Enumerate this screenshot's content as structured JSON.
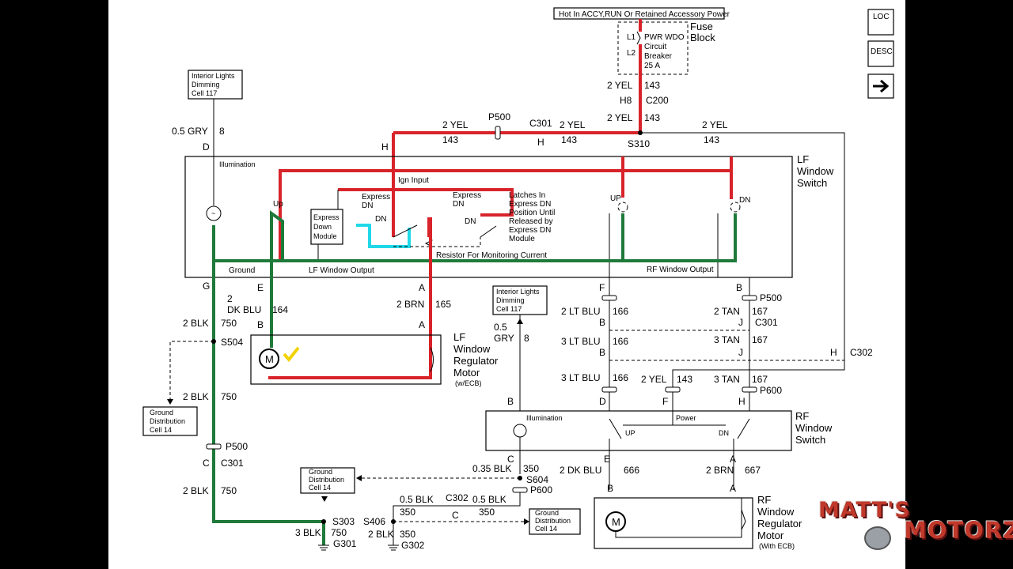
{
  "nav": {
    "loc_label": "LOC",
    "desc_label": "DESC",
    "next_icon": "arrow-right-icon"
  },
  "power": {
    "header": "Hot In ACCY,RUN Or Retained Accessory Power",
    "fuse_block": "Fuse Block",
    "cb_l1": "L1",
    "cb_l2": "L2",
    "cb_line1": "PWR WDO",
    "cb_line2": "Circuit",
    "cb_line3": "Breaker",
    "cb_line4": "25 A"
  },
  "labels": {
    "il_line1": "Interior Lights",
    "il_line2": "Dimming",
    "il_line3": "Cell 117",
    "w_143a": "2 YEL",
    "n_143a": "143",
    "h8": "H8",
    "c200": "C200",
    "w_143b": "2 YEL",
    "n_143b": "143",
    "p500_top": "P500",
    "c301_top": "C301",
    "c301_h": "H",
    "w_143c": "2 YEL",
    "n_143c": "143",
    "w_143d": "2 YEL",
    "n_143d": "143",
    "s310": "S310",
    "w_143e": "2 YEL",
    "n_143e": "143",
    "w_gry8": "0.5 GRY",
    "n_gry8": "8",
    "pin_d": "D",
    "pin_h": "H"
  },
  "lf_switch": {
    "title_line1": "LF",
    "title_line2": "Window",
    "title_line3": "Switch",
    "illumination": "Illumination",
    "ign_input": "Ign Input",
    "up": "Up",
    "express_dn_1": "Express",
    "express_dn_2": "DN",
    "express_dn2_1": "Express",
    "express_dn2_2": "DN",
    "dn_a": "DN",
    "dn_b": "DN",
    "edm_line1": "Express",
    "edm_line2": "Down",
    "edm_line3": "Module",
    "latch1": "Latches In",
    "latch2": "Express DN",
    "latch3": "Position Until",
    "latch4": "Released by",
    "latch5": "Express DN",
    "latch6": "Module",
    "resistor": "Resistor For Monitoring Current",
    "up_rf": "UP",
    "dn_rf": "DN",
    "ground": "Ground",
    "lf_output": "LF Window Output",
    "rf_output": "RF Window Output"
  },
  "lf_motor": {
    "pin_g": "G",
    "pin_e": "E",
    "pin_a": "A",
    "w_dkblu_1": "2",
    "w_dkblu_2": "DK BLU",
    "n_164": "164",
    "w_brn": "2 BRN",
    "n_165": "165",
    "w_blk750a": "2 BLK",
    "n_750a": "750",
    "pin_b": "B",
    "pin_a2": "A",
    "s504": "S504",
    "m": "M",
    "title_line1": "LF",
    "title_line2": "Window",
    "title_line3": "Regulator",
    "title_line4": "Motor",
    "title_line5": "(w/ECB)",
    "w_blk750b": "2 BLK",
    "n_750b": "750",
    "gd_line1": "Ground",
    "gd_line2": "Distribution",
    "gd_line3": "Cell 14",
    "p500": "P500",
    "pin_c": "C",
    "c301": "C301",
    "w_blk750c": "2 BLK",
    "n_750c": "750"
  },
  "mid": {
    "il_line1": "Interior Lights",
    "il_line2": "Dimming",
    "il_line3": "Cell 117",
    "w_gry": "0.5",
    "w_gry2": "GRY",
    "n_8": "8",
    "pin_b": "B"
  },
  "rf_wires": {
    "pin_f": "F",
    "pin_b": "B",
    "p500": "P500",
    "w_ltblu1": "2 LT BLU",
    "n_166a": "166",
    "w_tan1": "2 TAN",
    "n_167a": "167",
    "pin_b2": "B",
    "pin_j": "J",
    "c301": "C301",
    "w_ltblu2": "3 LT BLU",
    "n_166b": "166",
    "w_tan2": "3 TAN",
    "n_167b": "167",
    "pin_h": "H",
    "c302": "C302",
    "pin_b3": "B",
    "pin_j2": "J",
    "w_ltblu3": "3 LT BLU",
    "n_166c": "166",
    "w_yel": "2 YEL",
    "n_143": "143",
    "w_tan3": "3 TAN",
    "n_167c": "167",
    "p600": "P600",
    "pin_d": "D",
    "pin_f2": "F",
    "pin_h2": "H"
  },
  "rf_switch": {
    "title_line1": "RF",
    "title_line2": "Window",
    "title_line3": "Switch",
    "illumination": "Illumination",
    "power": "Power",
    "up": "UP",
    "dn": "DN",
    "pin_c": "C",
    "pin_e": "E",
    "pin_a": "A"
  },
  "rf_motor": {
    "w_blk350": "0.35 BLK",
    "n_350": "350",
    "s604": "S604",
    "p600": "P600",
    "w_dkblu": "2 DK BLU",
    "n_666": "666",
    "w_brn": "2 BRN",
    "n_667": "667",
    "pin_b": "B",
    "pin_a": "A",
    "m": "M",
    "title_line1": "RF",
    "title_line2": "Window",
    "title_line3": "Regulator",
    "title_line4": "Motor",
    "title_line5": "(With ECB)"
  },
  "ground_lower": {
    "gd1_line1": "Ground",
    "gd1_line2": "Distribution",
    "gd1_line3": "Cell 14",
    "gd2_line1": "Ground",
    "gd2_line2": "Distribution",
    "gd2_line3": "Cell 14",
    "w_blk05a": "0.5 BLK",
    "c302": "C302",
    "w_blk05b": "0.5 BLK",
    "n_350a": "350",
    "c302_c": "C",
    "n_350b": "350",
    "s406": "S406",
    "w_blk2": "2 BLK",
    "n_350c": "350",
    "g302": "G302",
    "s303": "S303",
    "w_blk3": "3 BLK",
    "n_750": "750",
    "g301": "G301"
  },
  "logo": {
    "line1": "MATT'S",
    "line2": "MOTORZ"
  }
}
